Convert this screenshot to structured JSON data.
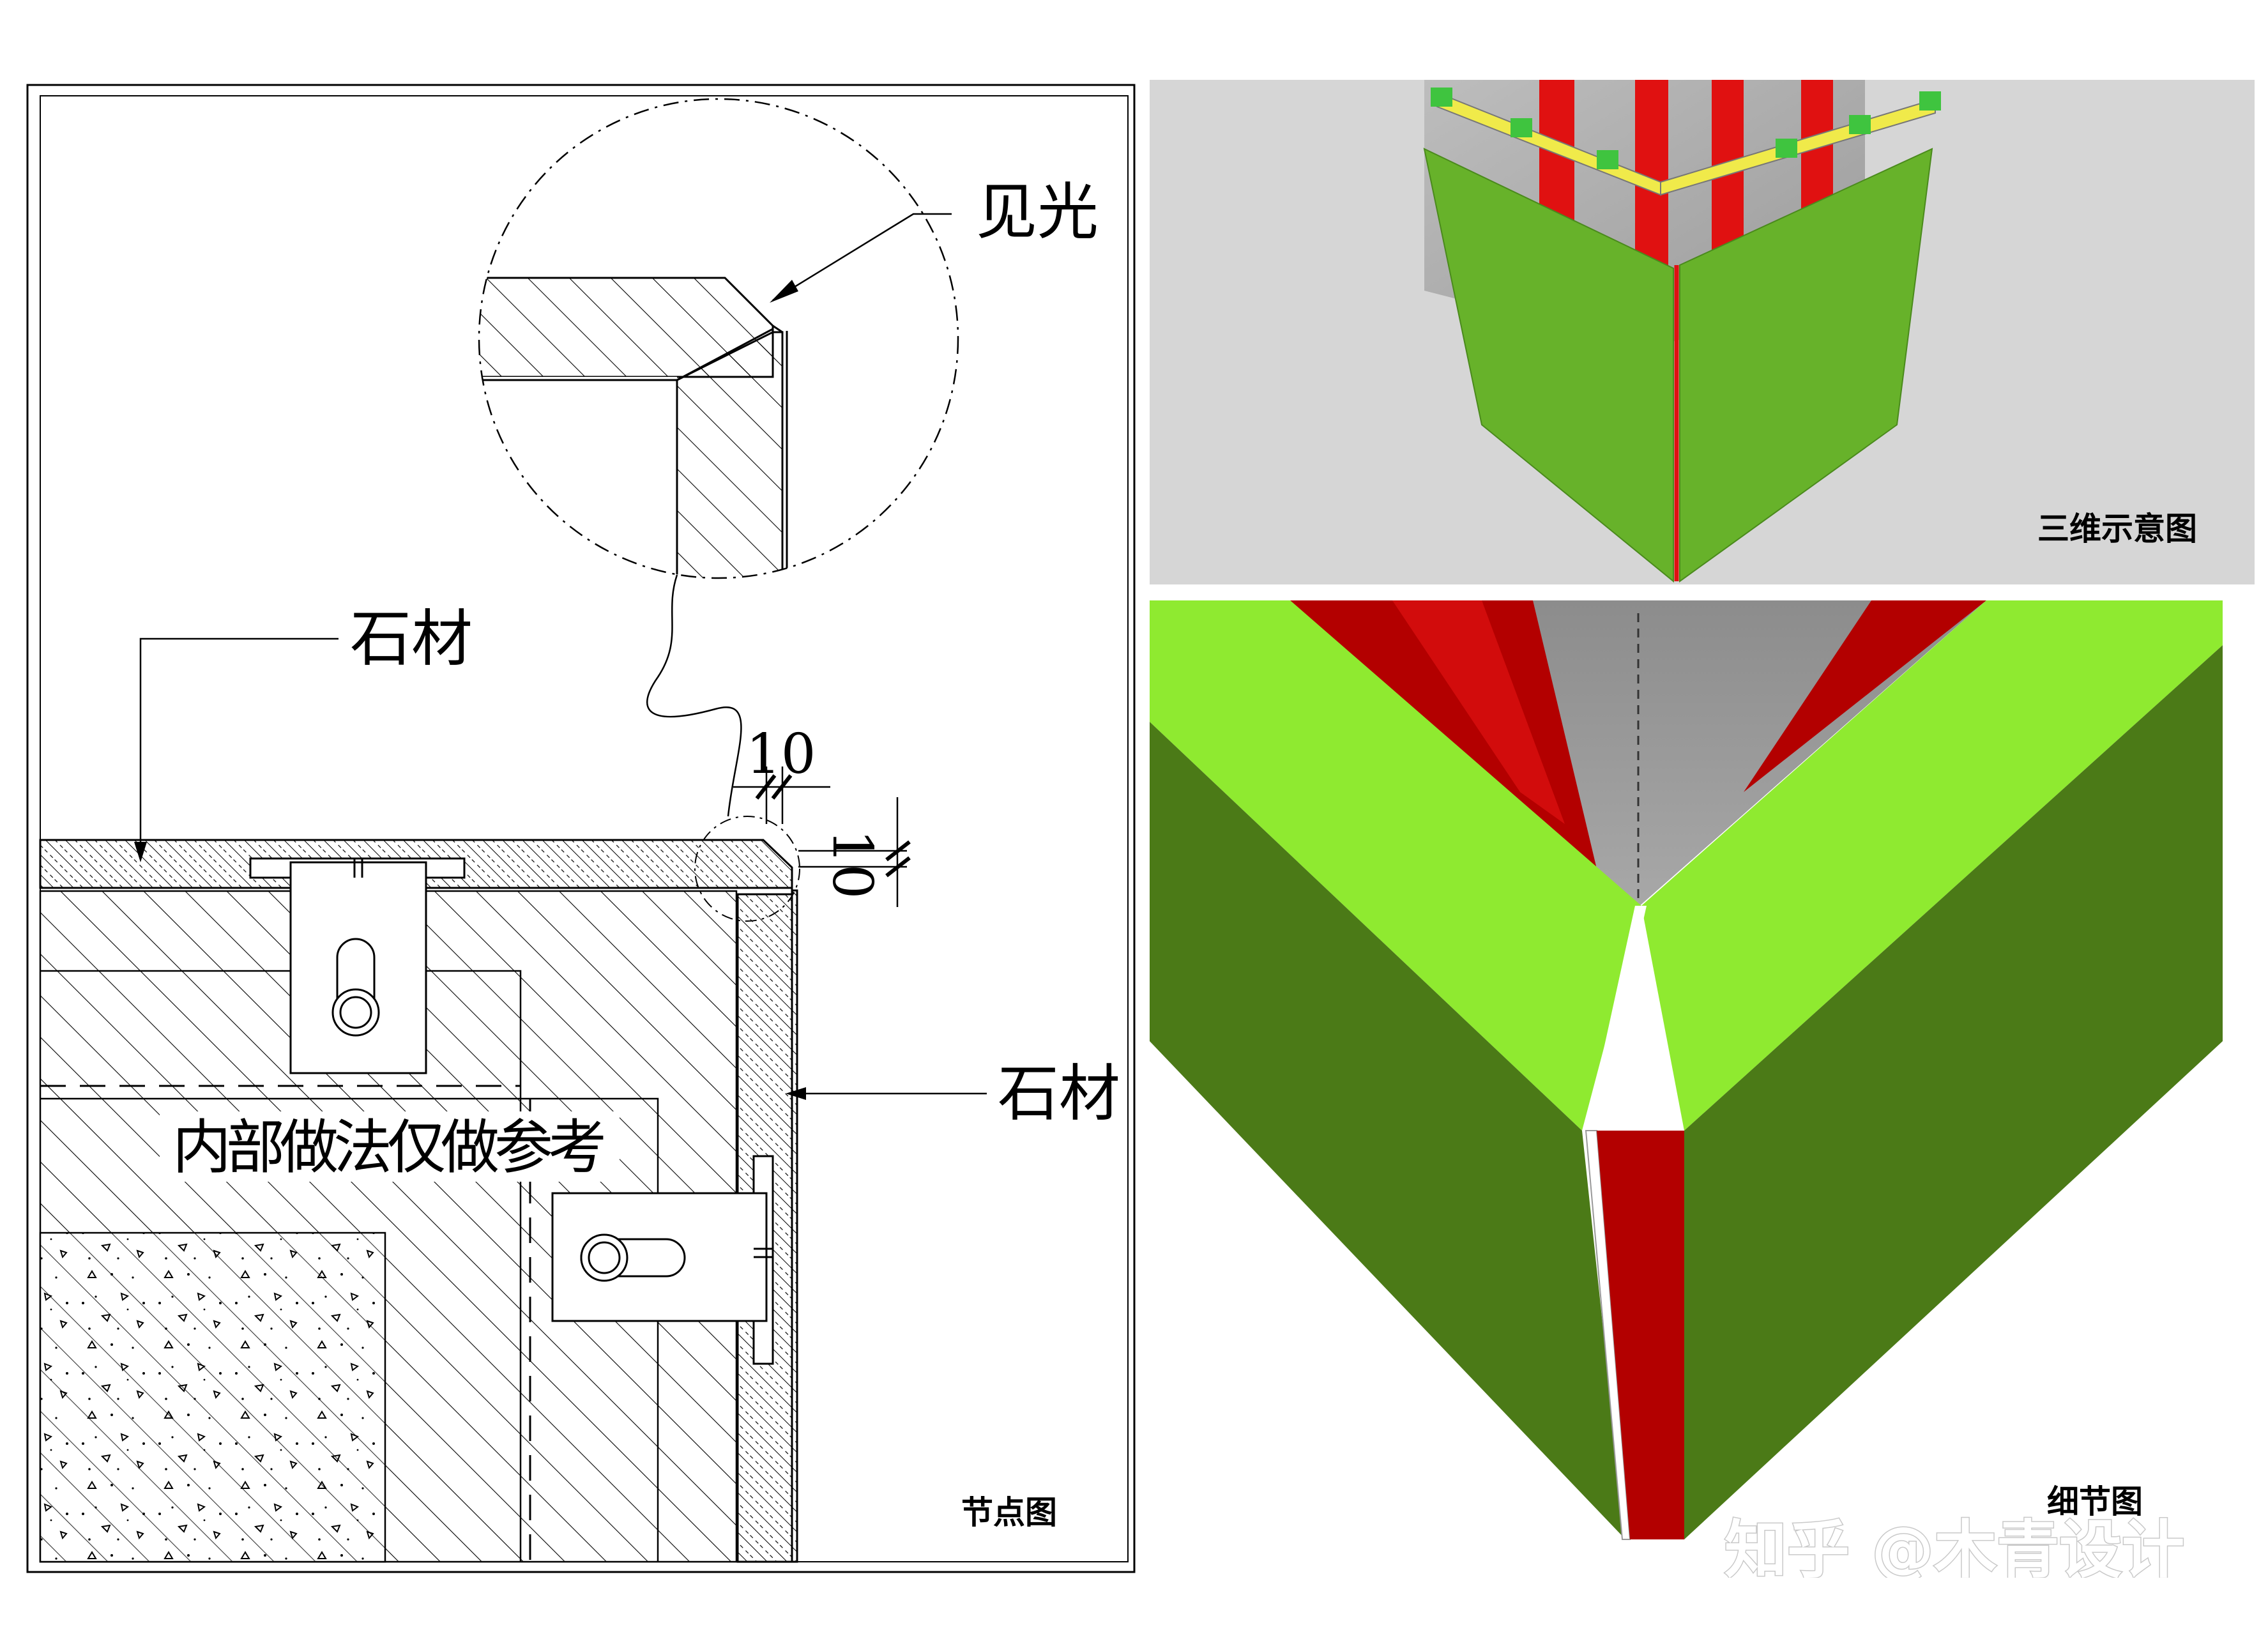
{
  "node_drawing": {
    "caption": "节点图",
    "label_reveal": "见光",
    "label_stone_top": "石材",
    "label_stone_side": "石材",
    "note": "内部做法仅做参考",
    "dim_horizontal": "10",
    "dim_vertical": "10"
  },
  "view_3d": {
    "caption": "三维示意图"
  },
  "view_detail": {
    "caption": "细节图"
  },
  "watermark": {
    "text": "知乎 @木青设计"
  },
  "colors": {
    "stone_green": "#67b22a",
    "stone_top_green": "#8fea30",
    "stone_dark_green": "#4b7a17",
    "steel_red": "#e01111",
    "bracket_yellow": "#f0ea4a",
    "background_grey": "#d6d6d6"
  }
}
